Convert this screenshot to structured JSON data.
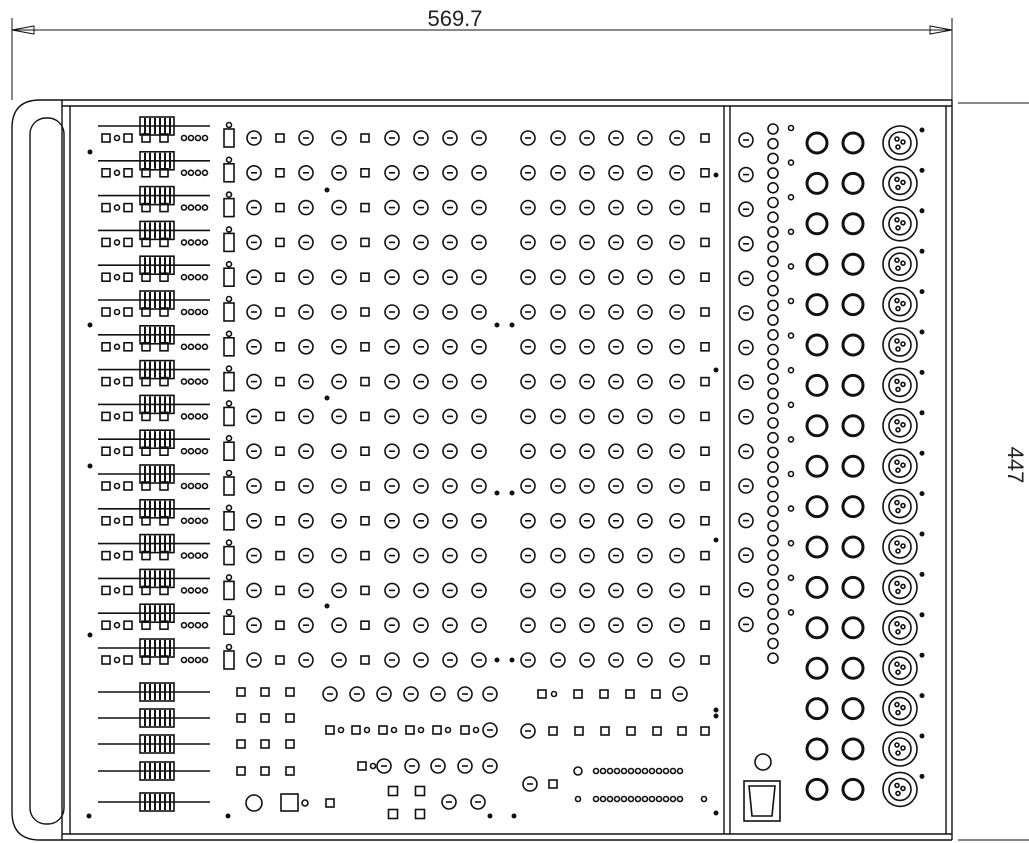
{
  "dimensions": {
    "width_label": "569.7",
    "height_label": "447"
  },
  "layout": {
    "channel_rows": 16,
    "bus_rows": 5,
    "output_jack_rows": 17,
    "xlr_connectors": 17
  },
  "colors": {
    "line": "#111111",
    "background": "#ffffff"
  }
}
